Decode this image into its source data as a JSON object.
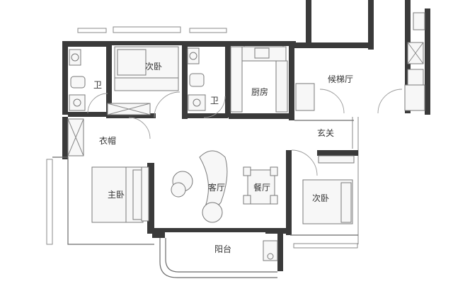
{
  "rooms": {
    "secondary_bedroom_north": "次卧",
    "bathroom_west": "卫",
    "bathroom_east": "卫",
    "kitchen": "厨房",
    "elevator_hall": "候梯厅",
    "cloakroom": "衣帽",
    "foyer": "玄关",
    "master_bedroom": "主卧",
    "living_room": "客厅",
    "dining_room": "餐厅",
    "secondary_bedroom_east": "次卧",
    "balcony": "阳台"
  },
  "colors": {
    "wall": "#3a3a3a",
    "line": "#8a8a8a",
    "background": "#ffffff"
  }
}
